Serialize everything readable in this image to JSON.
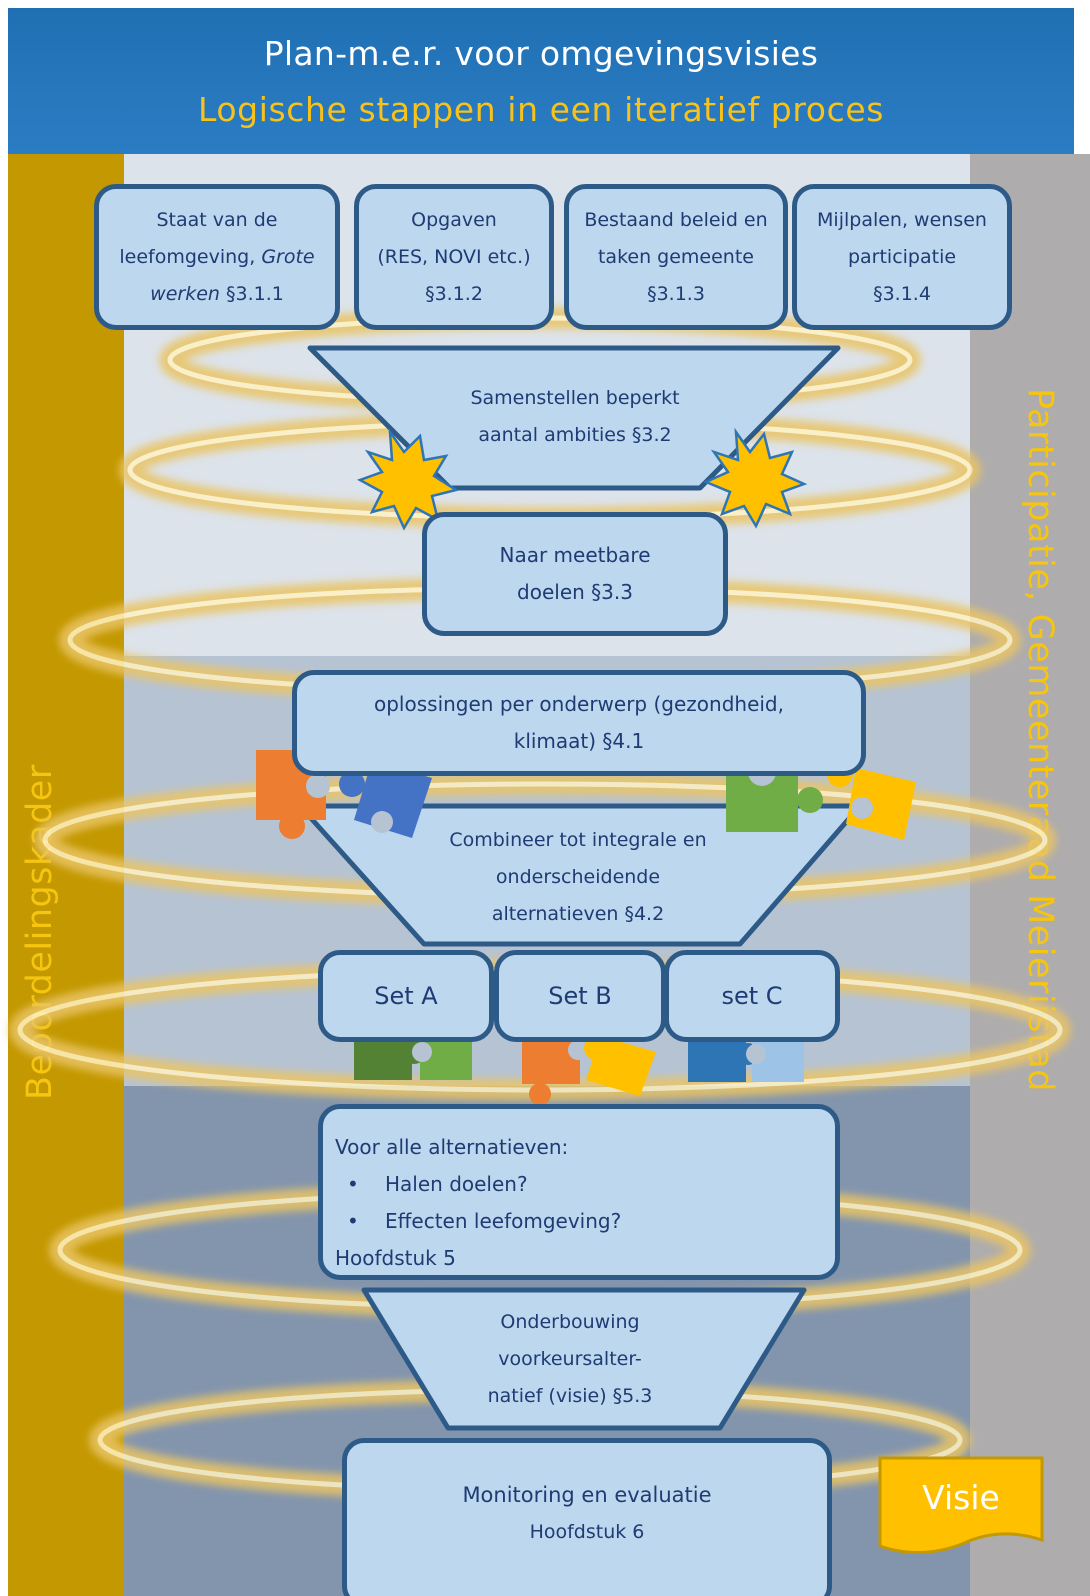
{
  "header": {
    "title": "Plan-m.e.r. voor omgevingsvisies",
    "subtitle": "Logische stappen in een iteratief proces"
  },
  "side_labels": {
    "left": "Beoordelingskader",
    "right": "Participatie, Gemeenteraad Meierijstad"
  },
  "inputs": [
    {
      "line1": "Staat van de",
      "line2a": "leefomgeving, ",
      "line2b": "Grote",
      "line3a": "werken",
      "line3b": " §3.1.1"
    },
    {
      "line1": "Opgaven",
      "line2": "(RES, NOVI etc.)",
      "line3": "§3.1.2"
    },
    {
      "line1": "Bestaand beleid en",
      "line2": "taken gemeente",
      "line3": "§3.1.3"
    },
    {
      "line1": "Mijlpalen, wensen",
      "line2": "participatie",
      "line3": "§3.1.4"
    }
  ],
  "ambitions": {
    "line1": "Samenstellen beperkt",
    "line2": "aantal ambities §3.2"
  },
  "goals": {
    "line1": "Naar meetbare",
    "line2": "doelen §3.3"
  },
  "solutions": {
    "line1": "oplossingen per onderwerp (gezondheid,",
    "line2": "klimaat) §4.1"
  },
  "combine": {
    "line1": "Combineer tot integrale en",
    "line2": "onderscheidende",
    "line3": "alternatieven §4.2"
  },
  "sets": [
    "Set A",
    "Set B",
    "set C"
  ],
  "assessment": {
    "heading": "Voor alle alternatieven:",
    "bullets": [
      "Halen doelen?",
      "Effecten leefomgeving?"
    ],
    "footer": "Hoofdstuk 5"
  },
  "preferred": {
    "line1": "Onderbouwing",
    "line2": "voorkeursalter-",
    "line3": "natief (visie) §5.3"
  },
  "monitoring": {
    "line1": "Monitoring en evaluatie",
    "line2": "Hoofdstuk 6"
  },
  "visie": "Visie",
  "colors": {
    "header_blue": "#2777bd",
    "accent_gold": "#f7c21a",
    "box_fill": "#bdd7ee",
    "box_border": "#2e5a87",
    "text_navy": "#1f3b73",
    "puzzle_orange": "#ed7d31",
    "puzzle_blue": "#4472c4",
    "puzzle_green": "#70ad47",
    "puzzle_yellow": "#ffc000",
    "puzzle_dark_green": "#548235",
    "puzzle_steel_blue": "#2e75b6",
    "puzzle_light_blue": "#9dc3e6"
  }
}
